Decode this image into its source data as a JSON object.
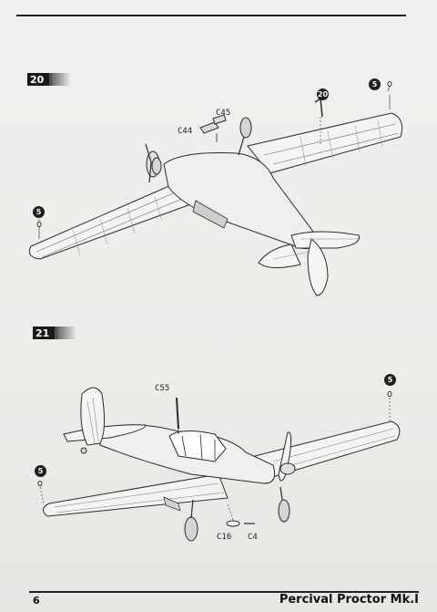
{
  "page_number": "6",
  "document_title": "Percival Proctor Mk.I",
  "steps": [
    {
      "number": "20",
      "parts": {
        "c44": "C44",
        "c45": "C45",
        "callout_20": "20",
        "callout_5_right": "5",
        "callout_5_left": "5"
      }
    },
    {
      "number": "21",
      "parts": {
        "c55": "C55",
        "c16": "C16",
        "c4": "C4",
        "callout_5_right": "5",
        "callout_5_left": "5"
      }
    }
  ]
}
